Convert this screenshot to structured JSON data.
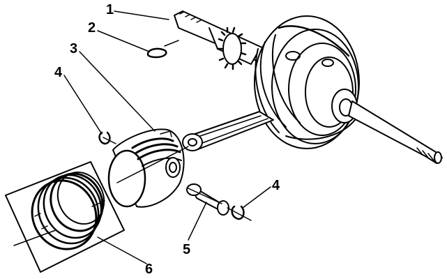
{
  "callouts": [
    {
      "id": "1",
      "label": "1"
    },
    {
      "id": "2",
      "label": "2"
    },
    {
      "id": "3",
      "label": "3"
    },
    {
      "id": "4a",
      "label": "4"
    },
    {
      "id": "4b",
      "label": "4"
    },
    {
      "id": "5",
      "label": "5"
    },
    {
      "id": "6",
      "label": "6"
    }
  ],
  "colors": {
    "ink": "#000000",
    "paper": "#ffffff"
  }
}
